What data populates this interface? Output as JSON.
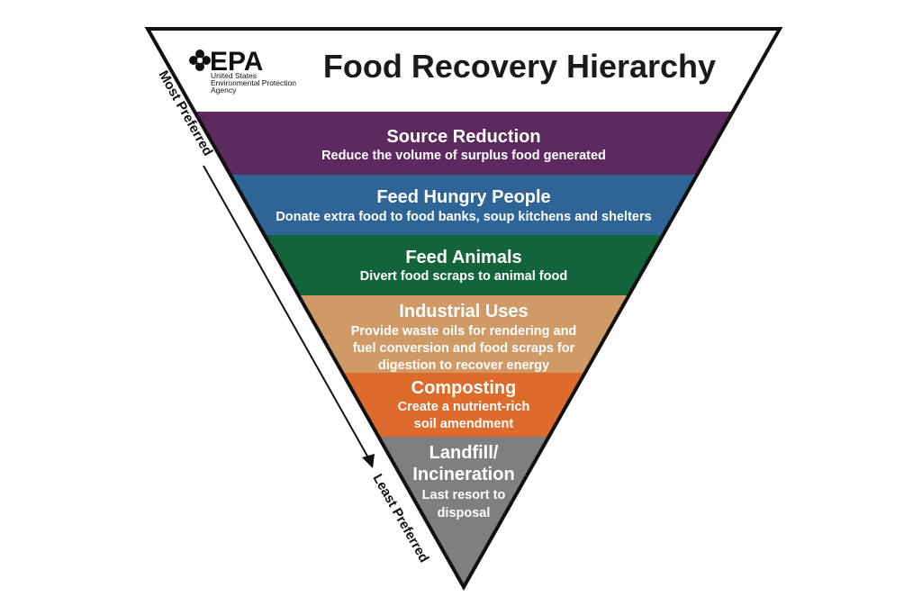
{
  "header": {
    "title": "Food Recovery Hierarchy",
    "logo": {
      "mark_icon": "epa-flower-icon",
      "wordmark": "EPA",
      "agency_lines": [
        "United States",
        "Environmental Protection",
        "Agency"
      ]
    }
  },
  "axis": {
    "top_label": "Most Preferred",
    "bottom_label": "Least Preferred"
  },
  "colors": {
    "outline": "#111111",
    "source_reduction": "#5c2a5e",
    "feed_hungry_people": "#2e6596",
    "feed_animals": "#13643a",
    "industrial_uses": "#d09a67",
    "composting": "#dd6c2c",
    "landfill": "#7f7f7f"
  },
  "tiers": [
    {
      "key": "source_reduction",
      "title": [
        "Source Reduction"
      ],
      "desc": [
        "Reduce the volume of surplus food generated"
      ]
    },
    {
      "key": "feed_hungry_people",
      "title": [
        "Feed Hungry People"
      ],
      "desc": [
        "Donate extra food to food banks, soup kitchens and shelters"
      ]
    },
    {
      "key": "feed_animals",
      "title": [
        "Feed Animals"
      ],
      "desc": [
        "Divert food scraps to animal food"
      ]
    },
    {
      "key": "industrial_uses",
      "title": [
        "Industrial Uses"
      ],
      "desc": [
        "Provide waste oils for rendering and",
        "fuel conversion and food scraps for",
        "digestion to recover energy"
      ]
    },
    {
      "key": "composting",
      "title": [
        "Composting"
      ],
      "desc": [
        "Create a nutrient-rich",
        "soil amendment"
      ]
    },
    {
      "key": "landfill",
      "title": [
        "Landfill/",
        "Incineration"
      ],
      "desc": [
        "Last resort to",
        "disposal"
      ]
    }
  ]
}
